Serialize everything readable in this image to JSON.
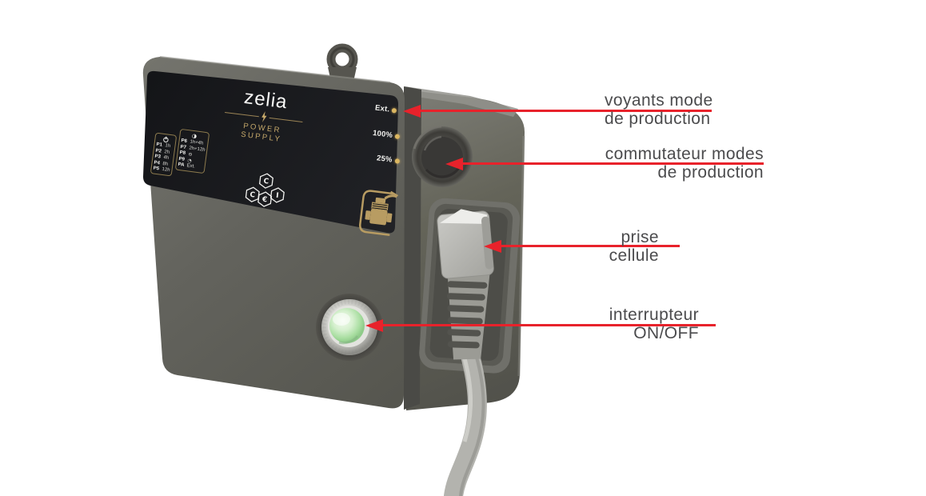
{
  "figure": {
    "description_labels_language": "fr"
  },
  "device": {
    "brand": "zelia",
    "subtitle": "POWER SUPPLY",
    "program_table_1": {
      "header_icon": "power-icon",
      "rows": [
        [
          "P1",
          "1h"
        ],
        [
          "P2",
          "2h"
        ],
        [
          "P3",
          "4h"
        ],
        [
          "P4",
          "8h"
        ],
        [
          "P5",
          "12h"
        ]
      ]
    },
    "program_table_2": {
      "header_icon": "day-night-icon",
      "header_glyph": "◑",
      "rows": [
        [
          "P6",
          "1h+4h"
        ],
        [
          "P7",
          "2h+12h"
        ],
        [
          "P8",
          "⊖"
        ],
        [
          "P9",
          "◔"
        ],
        [
          "PA",
          "Ext."
        ]
      ]
    },
    "leds": [
      {
        "label": "Ext."
      },
      {
        "label": "100%"
      },
      {
        "label": "25%"
      }
    ],
    "logo_letters": [
      "C",
      "C",
      "€",
      "I"
    ],
    "colors": {
      "panel_bg": "#17181b",
      "body_gray": "#62625c",
      "gold": "#bfa26a",
      "led_dot": "#dbb661",
      "green_lens": "#bfe7b7"
    }
  },
  "annotations": [
    {
      "label_line1": "voyants mode",
      "label_line2": "de production"
    },
    {
      "label_line1": "commutateur modes",
      "label_line2": "de production"
    },
    {
      "label_line1": "prise",
      "label_line2": "cellule"
    },
    {
      "label_line1": "interrupteur",
      "label_line2": "ON/OFF"
    }
  ],
  "colors": {
    "arrow_red": "#e8222b",
    "label_text": "#4b4b4d",
    "background": "#ffffff"
  }
}
